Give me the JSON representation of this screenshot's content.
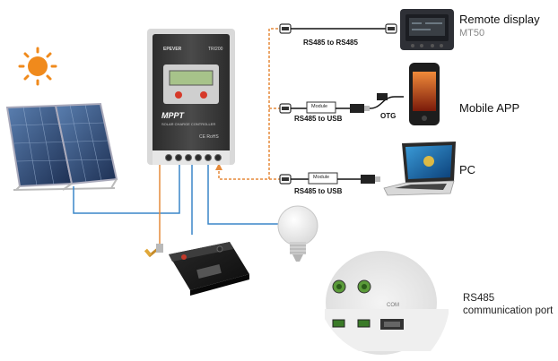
{
  "colors": {
    "rs485_line": "#e58a3a",
    "blue_line": "#3a86c8",
    "sun": "#f08a1c",
    "controller_body": "#3a3a3a"
  },
  "controller": {
    "brand": "EPEVER",
    "model": "TRI200",
    "product": "MPPT",
    "subtitle": "SOLAR CHARGE CONTROLLER",
    "marks": "CE RoHS"
  },
  "devices": {
    "remote_display": {
      "title": "Remote display",
      "model": "MT50",
      "cable_label": "RS485 to RS485"
    },
    "mobile_app": {
      "title": "Mobile APP",
      "cable_label": "RS485 to USB",
      "module_label": "Module",
      "adapter_label": "OTG"
    },
    "pc": {
      "title": "PC",
      "cable_label": "RS485 to USB",
      "module_label": "Module"
    }
  },
  "port": {
    "line1": "RS485",
    "line2": "communication port",
    "com_label": "COM"
  },
  "icons": [
    "sun-icon",
    "solar-panel-icon",
    "battery-icon",
    "temperature-sensor-icon",
    "light-bulb-icon",
    "remote-display-icon",
    "smartphone-icon",
    "laptop-icon"
  ]
}
